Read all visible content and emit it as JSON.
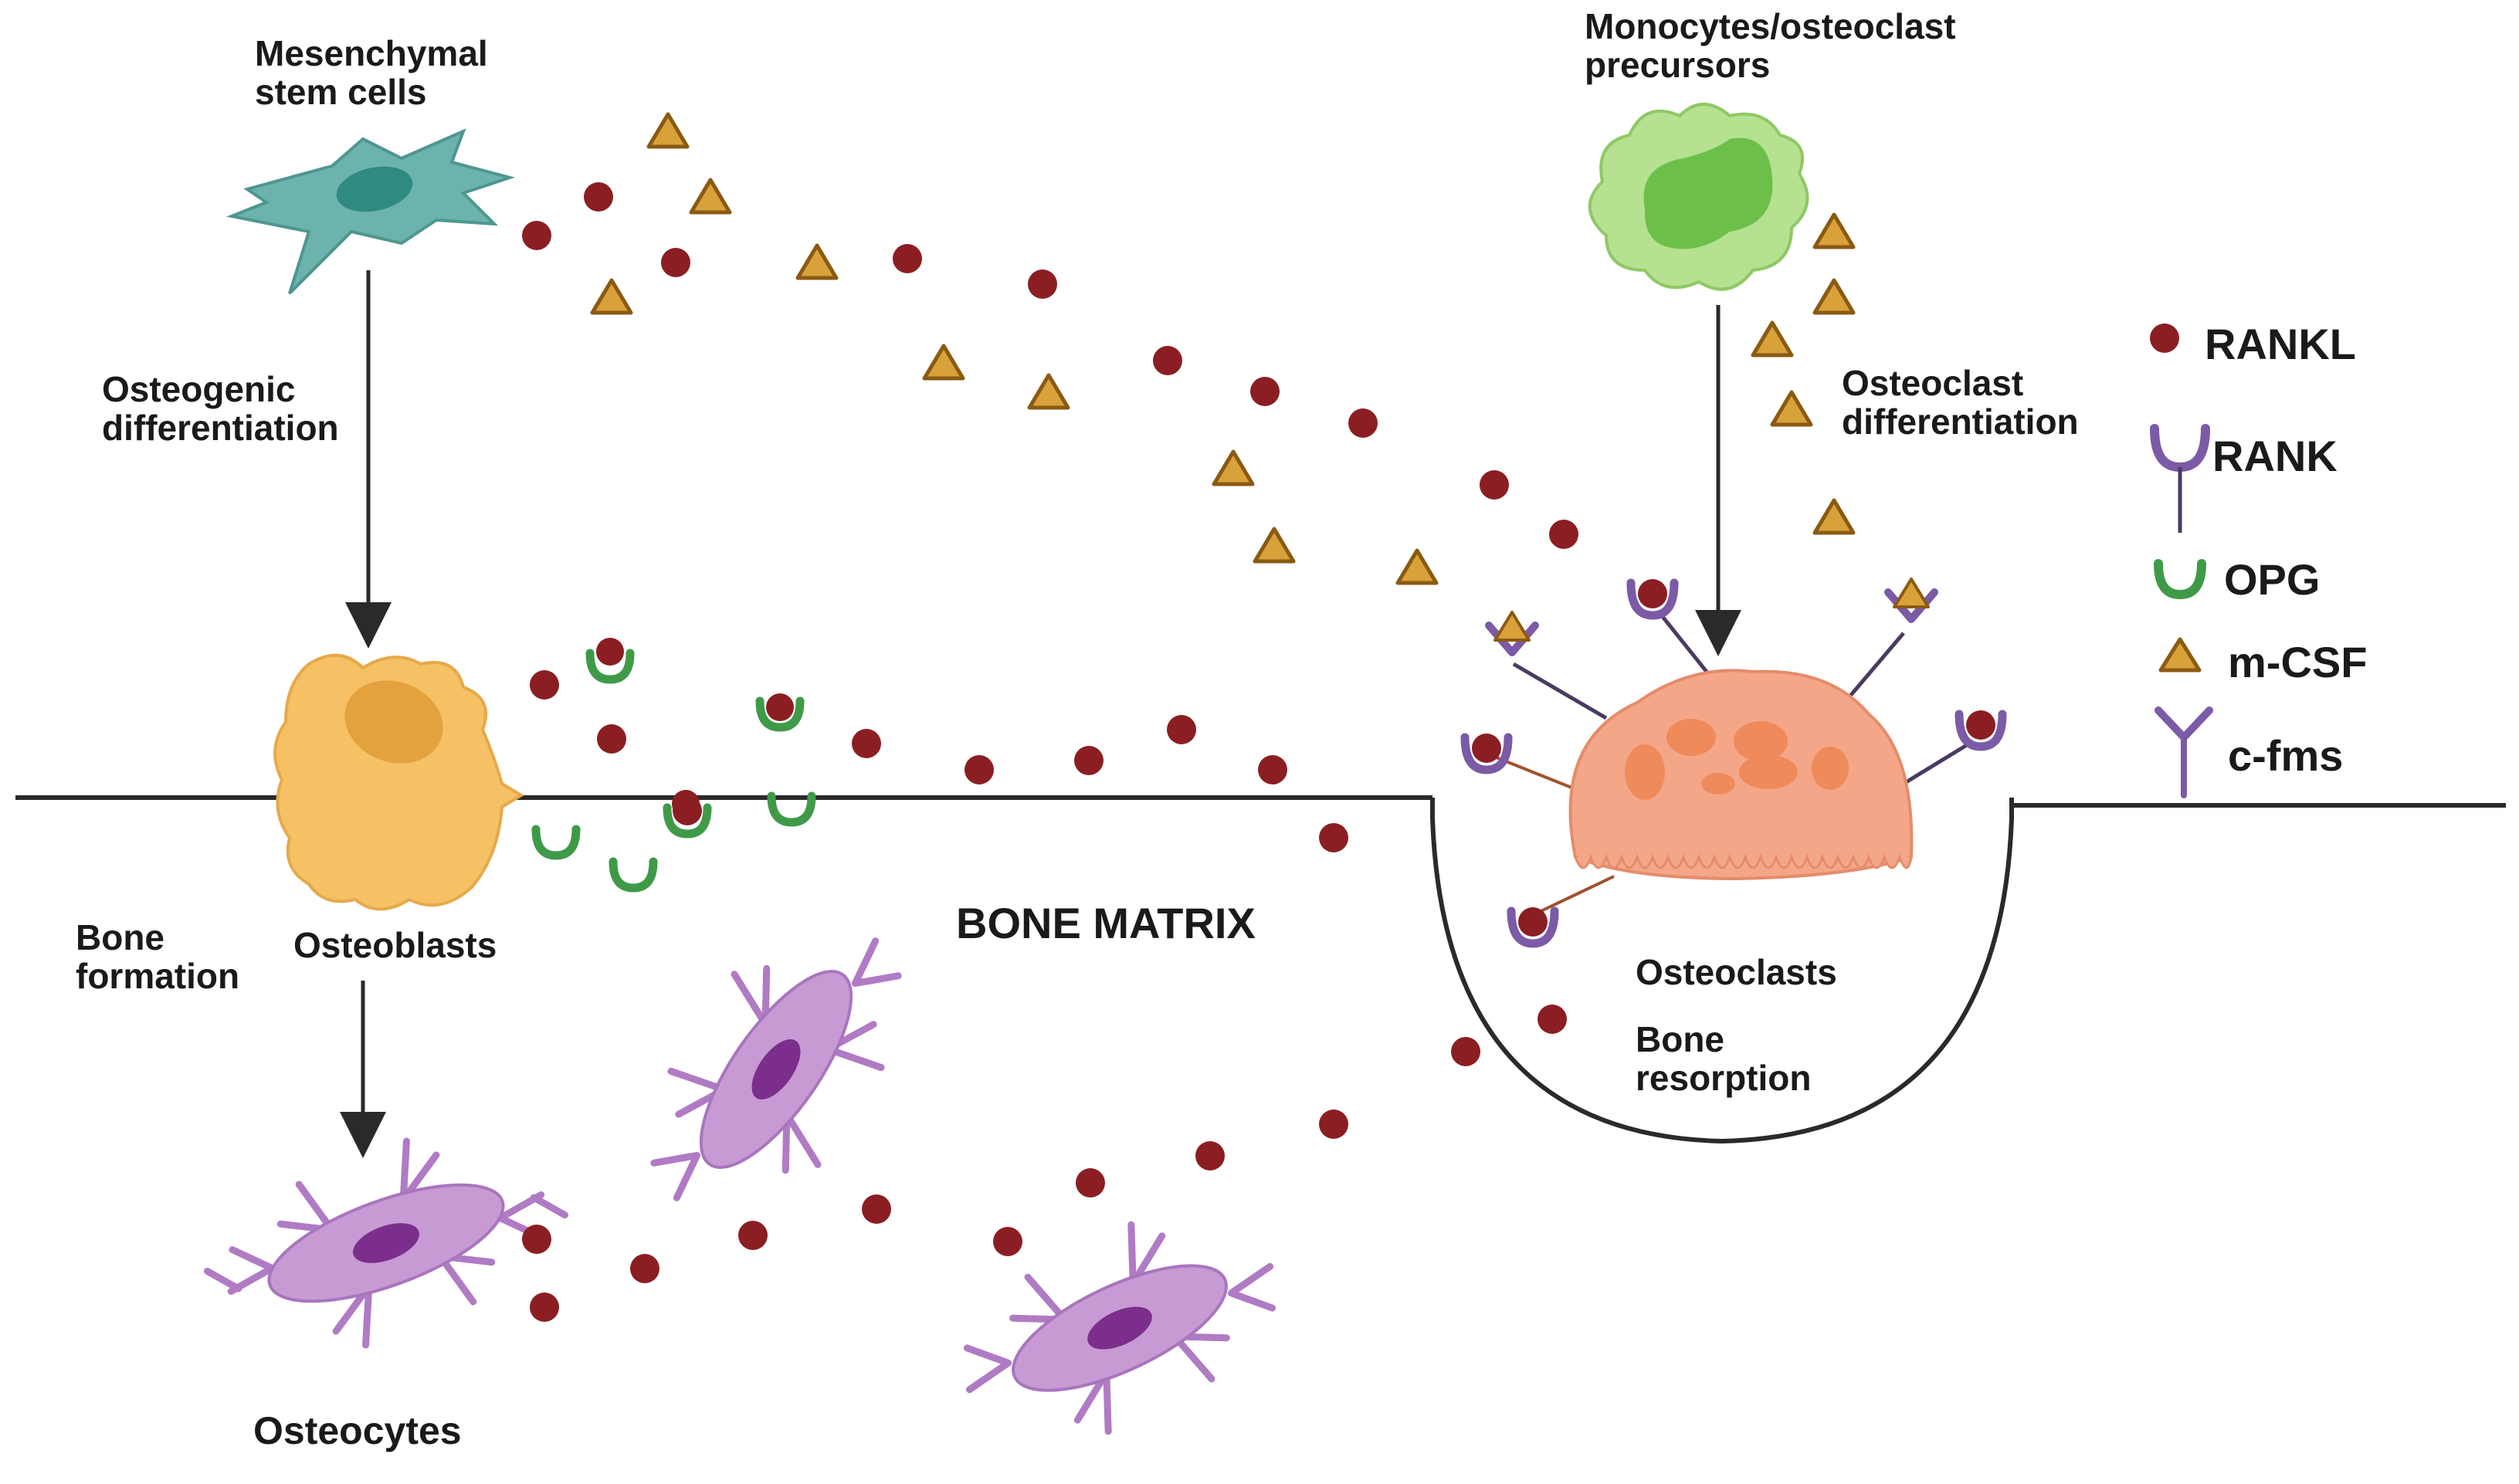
{
  "labels": {
    "msc_line1": "Mesenchymal",
    "msc_line2": "stem cells",
    "mono_line1": "Monocytes/osteoclast",
    "mono_line2": "precursors",
    "osteogenic_line1": "Osteogenic",
    "osteogenic_line2": "differentiation",
    "osteoclast_diff_line1": "Osteoclast",
    "osteoclast_diff_line2": "differentiation",
    "osteoblasts": "Osteoblasts",
    "bone_formation_line1": "Bone",
    "bone_formation_line2": "formation",
    "bone_matrix": "BONE MATRIX",
    "osteoclasts": "Osteoclasts",
    "bone_resorption_line1": "Bone",
    "bone_resorption_line2": "resorption",
    "osteocytes": "Osteocytes"
  },
  "legend": {
    "items": [
      {
        "label": "RANKL",
        "icon": "rankl-dot-icon"
      },
      {
        "label": "RANK",
        "icon": "rank-receptor-icon"
      },
      {
        "label": "OPG",
        "icon": "opg-cup-icon"
      },
      {
        "label": "m-CSF",
        "icon": "mcsf-triangle-icon"
      },
      {
        "label": "c-fms",
        "icon": "cfms-receptor-icon"
      }
    ]
  },
  "colors": {
    "rankl": "#8b1e22",
    "mcsf_fill": "#d9a13a",
    "mcsf_stroke": "#8a5a12",
    "opg": "#3f9a48",
    "receptor": "#7b5aa6",
    "msc": "#6db3ad",
    "monocyte": "#9bd66a",
    "osteoblast": "#f6c065",
    "osteoclast": "#f2a383",
    "osteocyte": "#b07bc4",
    "bone_line": "#2a2a2a"
  }
}
